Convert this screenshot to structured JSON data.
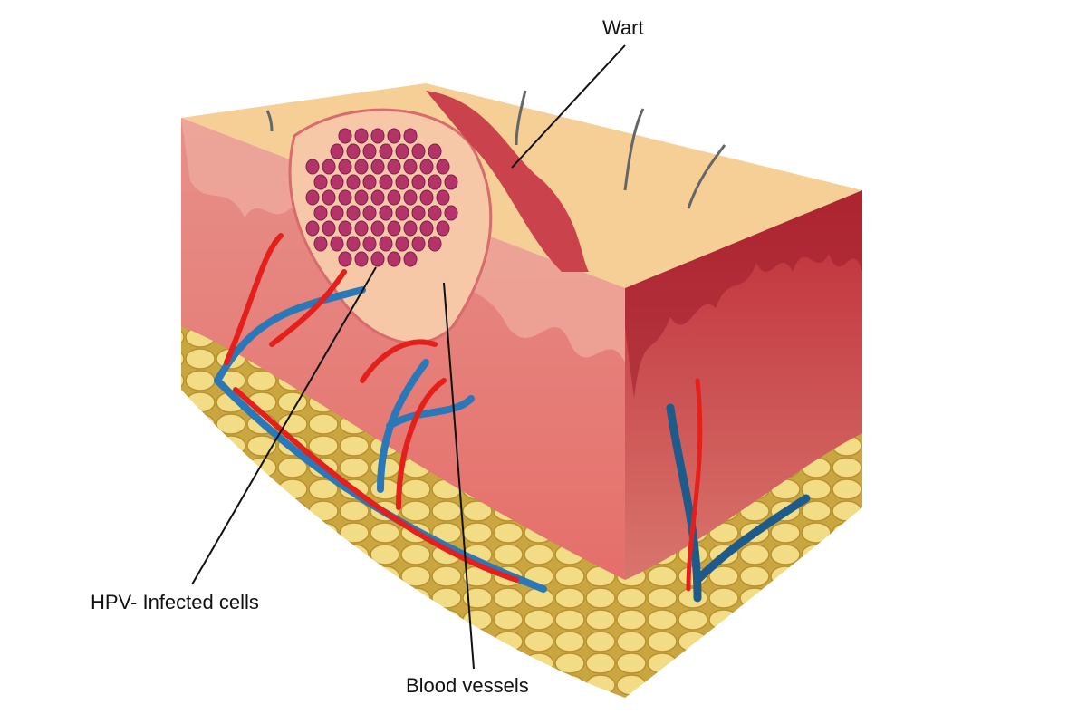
{
  "labels": {
    "wart": "Wart",
    "infected_cells": "HPV- Infected cells",
    "blood_vessels": "Blood vessels"
  },
  "colors": {
    "skin_top": "#f3c98f",
    "epidermis": "#e88a84",
    "dermis_front": "#e6857d",
    "dermis_right": "#c5363f",
    "fat": "#efd470",
    "artery": "#e3201b",
    "vein": "#2a78b8",
    "wart": "#f4c4a6",
    "cell": "#b4346a"
  }
}
